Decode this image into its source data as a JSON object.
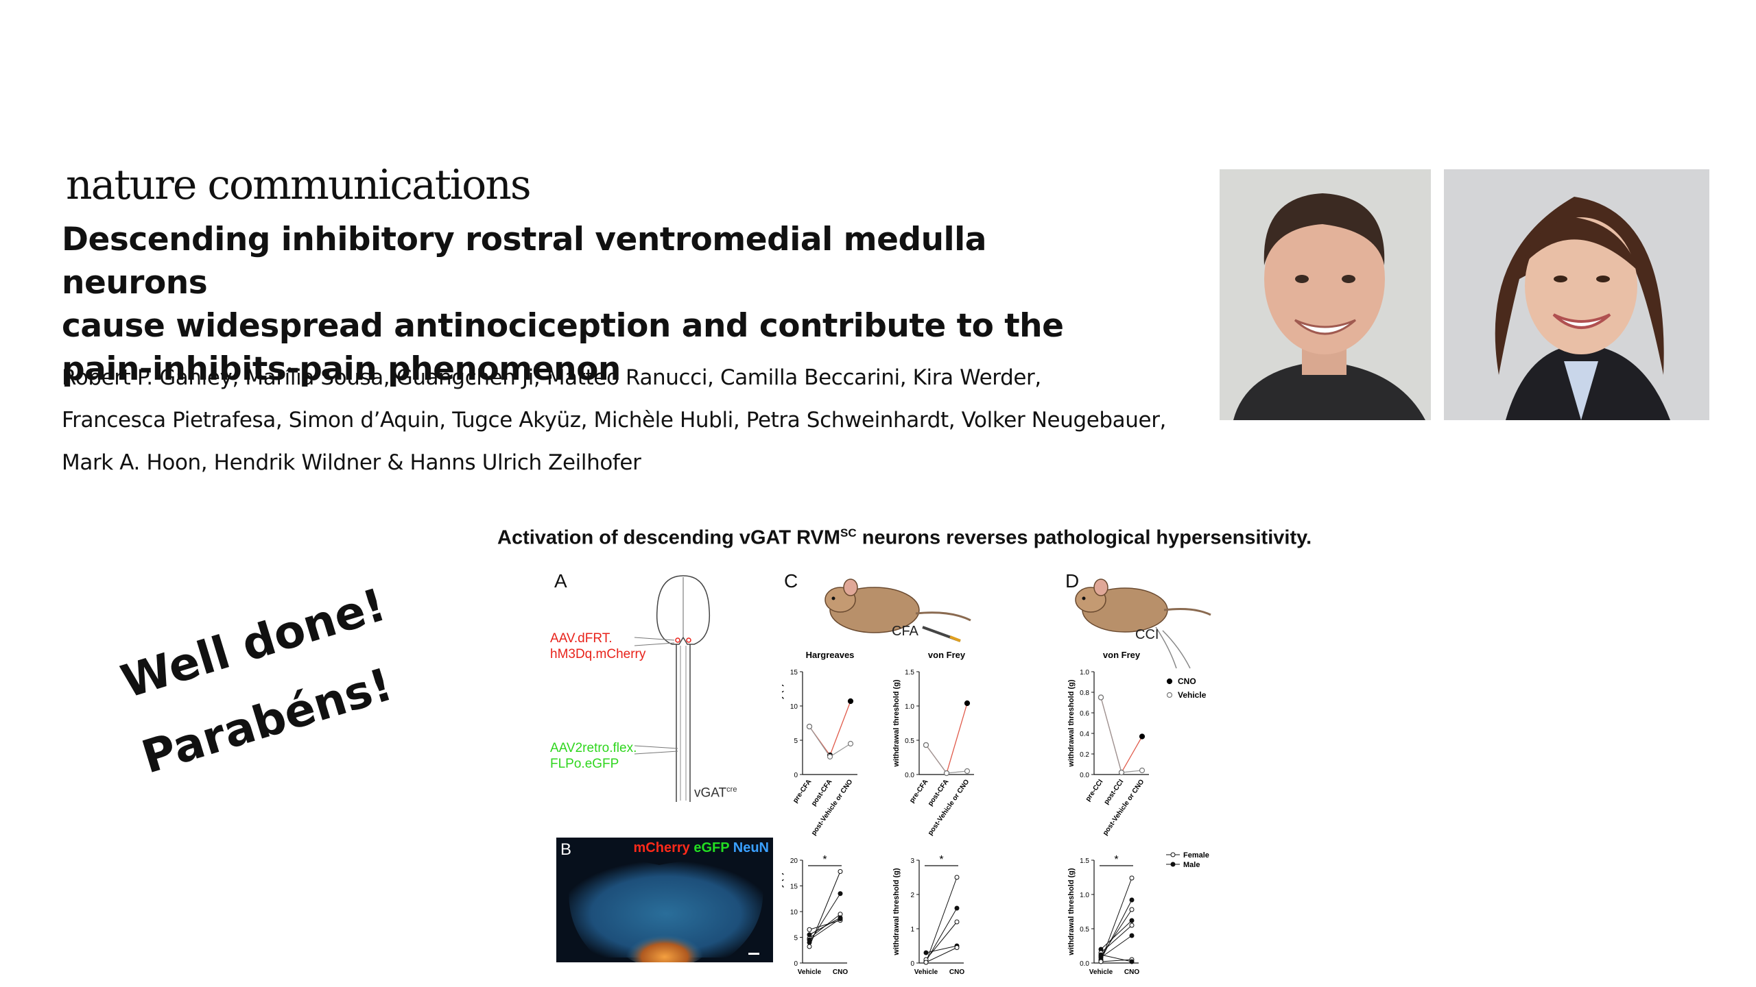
{
  "journal": "nature communications",
  "title_lines": [
    "Descending inhibitory rostral ventromedial medulla neurons",
    "cause widespread antinociception and contribute to the",
    "pain-inhibits-pain phenomenon"
  ],
  "author_lines": [
    "Robert P. Ganley, Marília Sousa, Guangchen Ji, Matteo Ranucci, Camilla Beccarini, Kira Werder,",
    "Francesca Pietrafesa, Simon d’Aquin, Tugce Akyüz, Michèle Hubli, Petra Schweinhardt, Volker Neugebauer,",
    "Mark A. Hoon, Hendrik Wildner & Hanns Ulrich Zeilhofer"
  ],
  "celebration": {
    "line1": "Well done!",
    "line2": "Parabéns!"
  },
  "figure": {
    "title_pre": "Activation of descending vGAT RVM",
    "title_sup": "SC",
    "title_post": " neurons reverses pathological hypersensitivity.",
    "panelA": {
      "letter": "A",
      "label_red1": "AAV.dFRT.",
      "label_red2": "hM3Dq.mCherry",
      "label_green1": "AAV2retro.flex.",
      "label_green2": "FLPo.eGFP",
      "vgat": "vGAT",
      "vgat_sup": "cre",
      "red_color": "#e8221a",
      "green_color": "#2fd61e"
    },
    "panelB": {
      "letter": "B",
      "mcherry": "mCherry",
      "egfp": "eGFP",
      "neun": "NeuN",
      "mcherry_color": "#ff2a1a",
      "egfp_color": "#22dd22",
      "neun_color": "#3aa0ff"
    },
    "panelC": {
      "letter": "C",
      "animal_label": "CFA"
    },
    "panelD": {
      "letter": "D",
      "animal_label": "CCI"
    }
  },
  "chart_data": [
    {
      "type": "line",
      "panel": "C",
      "title": "Hargreaves",
      "ylabel": "withdrawal latency (s)",
      "categories": [
        "pre-CFA",
        "post-CFA",
        "post-Vehicle or CNO"
      ],
      "ylim": [
        0,
        15
      ],
      "yticks": [
        "0",
        "5",
        "10",
        "15"
      ],
      "series": [
        {
          "values": [
            7.0,
            2.8,
            10.7
          ],
          "color": "#000000",
          "fill": "filled",
          "line_color": "#e05a4a"
        },
        {
          "values": [
            7.0,
            2.6,
            4.5
          ],
          "color": "#777777",
          "fill": "open",
          "line_color": "#999999"
        }
      ]
    },
    {
      "type": "line",
      "panel": "C",
      "title": "von Frey",
      "ylabel": "withdrawal threshold (g)",
      "categories": [
        "pre-CFA",
        "post-CFA",
        "post-Vehicle or CNO"
      ],
      "ylim": [
        0,
        1.5
      ],
      "yticks": [
        "0.0",
        "0.5",
        "1.0",
        "1.5"
      ],
      "series": [
        {
          "values": [
            0.43,
            0.02,
            1.04
          ],
          "color": "#000000",
          "fill": "filled",
          "line_color": "#e05a4a"
        },
        {
          "values": [
            0.43,
            0.02,
            0.05
          ],
          "color": "#777777",
          "fill": "open",
          "line_color": "#999999"
        }
      ]
    },
    {
      "type": "line",
      "panel": "D",
      "title": "von Frey",
      "ylabel": "withdrawal threshold (g)",
      "categories": [
        "pre-CCI",
        "post-CCI",
        "post-Vehicle or CNO"
      ],
      "ylim": [
        0,
        1.0
      ],
      "yticks": [
        "0.0",
        "0.2",
        "0.4",
        "0.6",
        "0.8",
        "1.0"
      ],
      "legend": [
        "CNO",
        "Vehicle"
      ],
      "series": [
        {
          "name": "CNO",
          "values": [
            0.75,
            0.02,
            0.37
          ],
          "color": "#000000",
          "fill": "filled",
          "line_color": "#e05a4a"
        },
        {
          "name": "Vehicle",
          "values": [
            0.75,
            0.02,
            0.04
          ],
          "color": "#777777",
          "fill": "open",
          "line_color": "#999999"
        }
      ]
    },
    {
      "type": "scatter",
      "panel": "C",
      "ylabel": "withdrawal latency (s)",
      "categories": [
        "Vehicle",
        "CNO"
      ],
      "ylim": [
        0,
        20
      ],
      "yticks": [
        "0",
        "5",
        "10",
        "15",
        "20"
      ],
      "significance": "*",
      "pairs": [
        [
          3.2,
          17.8
        ],
        [
          4.0,
          13.5
        ],
        [
          4.8,
          9.5
        ],
        [
          5.5,
          8.8
        ],
        [
          6.5,
          8.3
        ],
        [
          4.5,
          8.6
        ]
      ]
    },
    {
      "type": "scatter",
      "panel": "C",
      "ylabel": "withdrawal threshold (g)",
      "categories": [
        "Vehicle",
        "CNO"
      ],
      "ylim": [
        0,
        3
      ],
      "yticks": [
        "0",
        "1",
        "2",
        "3"
      ],
      "significance": "*",
      "pairs": [
        [
          0.02,
          2.5
        ],
        [
          0.05,
          1.6
        ],
        [
          0.1,
          1.2
        ],
        [
          0.3,
          0.5
        ],
        [
          0.02,
          0.45
        ]
      ]
    },
    {
      "type": "scatter",
      "panel": "D",
      "ylabel": "withdrawal threshold (g)",
      "categories": [
        "Vehicle",
        "CNO"
      ],
      "ylim": [
        0,
        1.5
      ],
      "yticks": [
        "0.0",
        "0.5",
        "1.0",
        "1.5"
      ],
      "significance": "*",
      "legend": [
        "Female",
        "Male"
      ],
      "pairs": [
        [
          0.03,
          1.24
        ],
        [
          0.05,
          0.92
        ],
        [
          0.1,
          0.78
        ],
        [
          0.2,
          0.62
        ],
        [
          0.15,
          0.55
        ],
        [
          0.08,
          0.4
        ],
        [
          0.02,
          0.05
        ],
        [
          0.12,
          0.02
        ]
      ]
    }
  ]
}
